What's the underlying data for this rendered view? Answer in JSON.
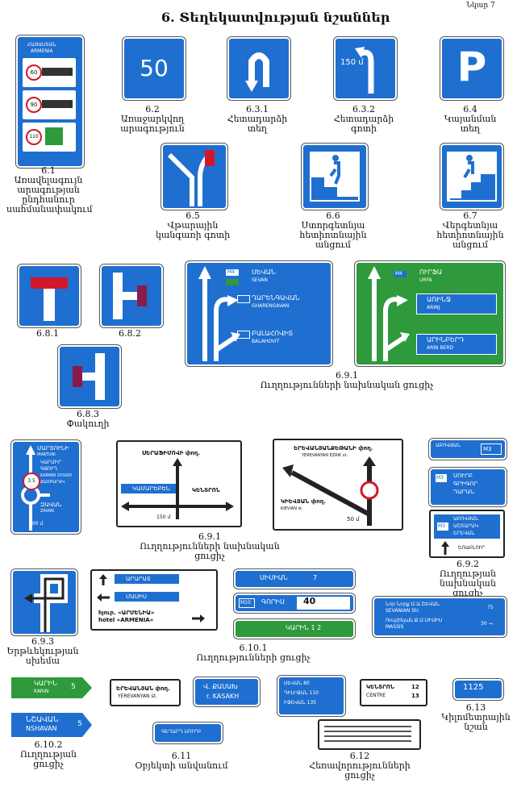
{
  "page": {
    "annex_label": "Նկար 7",
    "title": "6. Տեղեկատվության նշաններ"
  },
  "signs": {
    "s6_1": {
      "number": "6.1",
      "caption": "Առավելագույն արագության ընդհանուր սահմանափակում",
      "top_text_1": "ՀԱՅԱՍՏԱՆ",
      "top_text_2": "ARMENIA",
      "speed_1": "60",
      "speed_2": "90",
      "speed_3": "110"
    },
    "s6_2": {
      "number": "6.2",
      "caption": "Առաջարկվող արագություն",
      "value": "50"
    },
    "s6_3_1": {
      "number": "6.3.1",
      "caption": "Հետադարձի տեղ"
    },
    "s6_3_2": {
      "number": "6.3.2",
      "caption": "Հետադարձի գոտի",
      "distance": "150 մ"
    },
    "s6_4": {
      "number": "6.4",
      "caption": "Կայանման տեղ",
      "letter": "P"
    },
    "s6_5": {
      "number": "6.5",
      "caption": "Վթարային կանգառի գոտի"
    },
    "s6_6": {
      "number": "6.6",
      "caption": "Ստորգետնյա հետիոտնային անցում"
    },
    "s6_7": {
      "number": "6.7",
      "caption": "Վերգետնյա հետիոտնային անցում"
    },
    "s6_8_1": {
      "number": "6.8.1"
    },
    "s6_8_2": {
      "number": "6.8.2"
    },
    "s6_8_3": {
      "number": "6.8.3",
      "caption": "Փակուղի"
    },
    "s6_9_1_top": {
      "caption": "6.9.1",
      "caption_2": "Ուղղությունների նախնական ցուցիչ",
      "blue": {
        "r1_badge": "M4",
        "r1_hy": "ՍԵՎԱՆ",
        "r1_en": "SEVAN",
        "r2_hy": "ՂԱՐԵՆԳԱՎԱՆ",
        "r2_en": "GHARENGAVAN",
        "r3_hy": "ԲԱԼԱՀՈՎԻՏ",
        "r3_en": "BALAHOVIT"
      },
      "green": {
        "r1_badge": "M4",
        "r1_hy": "ՈՒՐՖԱ",
        "r1_en": "URFA",
        "r2_hy": "ԱՌԻՆՋ",
        "r2_en": "ARINJ",
        "r3_hy": "ԱՐԻՆԲԵՐԴ",
        "r3_en": "ARIN BERD"
      }
    },
    "s6_9_1_bottom": {
      "caption": "6.9.1",
      "caption_2": "Ուղղությունների նախնական ցուցիչ",
      "a": {
        "r1_hy": "ՄԱՐՏՈՒՆԻ",
        "r1_en": "MARTUNI",
        "r2_hy": "ԿԱՐՄԻՐ ԳՅՈՒՂ",
        "r2_en": "KARMIR GYUGH",
        "r3_hy": "ՃԱՄԲԱՐԱԿ",
        "r4_hy": "ԶԱՎԱՆ",
        "r4_en": "ZAVAN",
        "limit": "3.5",
        "distance": "500 մ"
      },
      "b": {
        "top": "ՍԵՐԱՖԻՄՈՎԻ փող.",
        "left": "ԿԱՄԱՐԵԲԵՆ",
        "right": "ԿԵՆՏՐՈՆ",
        "distance": "150 մ"
      },
      "c": {
        "top": "ԵՐԵՎԱՆՅԱՆՔԵԹԱՆԻ փող.",
        "top_en": "YEREVANYAN EZRIK st.",
        "left": "ԿԻԵՎՅԱՆ փող.",
        "left_en": "KIEVIAN st.",
        "distance": "50 մ"
      }
    },
    "s6_9_2": {
      "caption": "6.9.2",
      "caption_2": "Ուղղության նախնական ցուցիչ",
      "d1": "ԱԲՈՎՅԱՆ",
      "d1_badge": "M3",
      "d2_badge": "M3",
      "d2_1": "ՍՈՒՐԲ",
      "d2_2": "ԳՐԻԳՈՐ",
      "d2_3": "ԴԱՐԱՆ",
      "d3_badge": "M3",
      "d3_1": "ԱԲՈՎՅԱՆ",
      "d3_2": "ԱՇՏԱՐԱԿ",
      "d3_3": "ԵՐԵՎԱՆ",
      "d3_bottom": "ԵՌԱԲԼՈՒՐ"
    },
    "s6_9_3": {
      "number": "6.9.3",
      "caption": "Երթևեկության սխեմա"
    },
    "s6_10_1": {
      "number": "6.10.1",
      "caption": "Ուղղությունների ցուցիչ",
      "w_r1": "ԱՐԱՐԱՏ",
      "w_r2": "ՄԱՍԻՍ",
      "w_hotel_hy": "հյուր. «ԱՐՄԵՆԻԱ»",
      "w_hotel_en": "hotel «ARMENIA»",
      "b1_text": "ՍԻՍԻԱՆ",
      "b1_num": "7",
      "b2_badge": "M10",
      "b2_text": "ԳՈՐԻՍ",
      "b2_num": "40",
      "g_text": "ԿԱՐԻՆ 1 2",
      "wide_1": "Նոր Նորք Մ.Ա.ՇԵՎԱՆ",
      "wide_1_en": "SEVANIAN Str.",
      "wide_1_num": "75",
      "wide_2": "Ռուբինյան Ք.Մ.ՍԻՍԻՍ",
      "wide_2_en": "MASSIS",
      "wide_2_num": "30 →"
    },
    "s6_10_2": {
      "number": "6.10.2",
      "caption": "Ուղղության ցուցիչ",
      "g_hy": "ԿԱՐԻՆ",
      "g_en": "KARIN",
      "g_num": "5",
      "b_hy": "ՆՇԱՎԱՆ",
      "b_en": "NSHAVAN",
      "b_num": "5"
    },
    "s6_11": {
      "number": "6.11",
      "caption": "Օբյեկտի անվանում",
      "w_hy": "ԵՐԵՎԱՆՅԱՆ փող.",
      "w_en": "YEREVANYAN st.",
      "b1_hy": "Վ. ՔԱՍԱԽ",
      "b1_en": "r. KASAKH",
      "b2": "ԳԵՂԱՐԴ ՍՈՒՐԲ"
    },
    "s6_12": {
      "number": "6.12",
      "caption": "Հեռավորությունների ցուցիչ",
      "c_r1": "ԿԵՆՏՐՈՆ",
      "c_r1_num": "12",
      "c_r2_en": "CENTRE",
      "c_r2_num": "13",
      "rows": [
        "ՍԵՎԱՆ 80",
        "ԴԻԼԻՋԱՆ 110",
        "ԻՋԵՎԱՆ 135"
      ]
    },
    "s6_13": {
      "number": "6.13",
      "caption": "Կիլոմետրային նշան",
      "value": "1125"
    }
  },
  "colors": {
    "blue": "#1f6fd0",
    "green": "#2f9a3c",
    "red": "#d0182a",
    "maroon": "#8a1a4a"
  }
}
